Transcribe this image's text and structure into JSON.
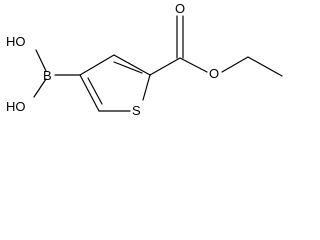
{
  "molecule": {
    "atoms": {
      "ho_top": "HO",
      "boron": "B",
      "ho_bottom": "HO",
      "sulfur": "S",
      "carbonyl_oxygen": "O",
      "ester_oxygen": "O"
    },
    "colors": {
      "line": "#000000",
      "background": "#ffffff"
    }
  }
}
